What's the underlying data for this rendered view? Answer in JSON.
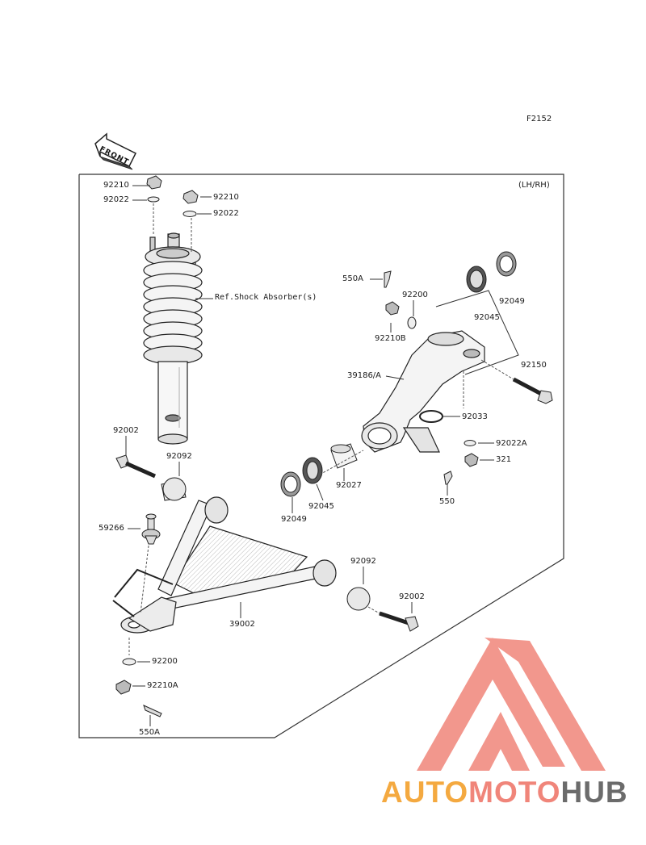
{
  "header": {
    "figure_code": "F2152",
    "side": "(LH/RH)",
    "front_arrow": "FRONT"
  },
  "colors": {
    "line": "#2a2a2a",
    "logo_red": "#f0857a",
    "logo_orange": "#f4a940",
    "logo_dark": "#6b6b6b"
  },
  "labels": {
    "nut_top_left": "92210",
    "washer_top_left": "92022",
    "nut_top_right": "92210",
    "washer_top_right": "92022",
    "ref_shock": "Ref.Shock Absorber(s)",
    "pin_550a_top": "550A",
    "washer_92200_top": "92200",
    "nut_92210b": "92210B",
    "knuckle": "39186/A",
    "seal_92045_top": "92045",
    "seal_92049_top": "92049",
    "bolt_92150": "92150",
    "oring_92033": "92033",
    "washer_92022a": "92022A",
    "nut_321": "321",
    "pin_550": "550",
    "bolt_92002_left": "92002",
    "bushing_92092_left": "92092",
    "ball_joint_59266": "59266",
    "sleeve_92027": "92027",
    "seal_92045_bottom": "92045",
    "seal_92049_bottom": "92049",
    "bushing_92092_right": "92092",
    "bolt_92002_right": "92002",
    "a_arm_39002": "39002",
    "washer_92200_bottom": "92200",
    "nut_92210a": "92210A",
    "pin_550a_bottom": "550A"
  },
  "watermark": {
    "part1": "AUTO",
    "part2": "MOTO",
    "part3": "HUB"
  }
}
